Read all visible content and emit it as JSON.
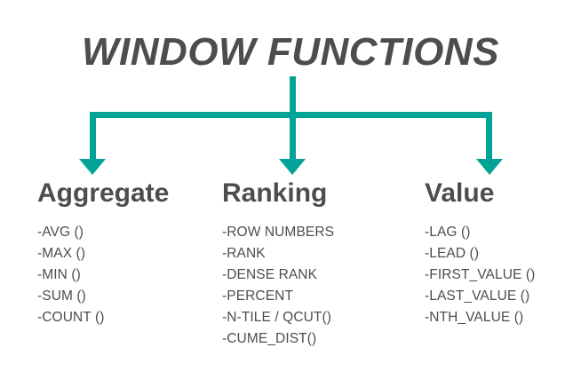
{
  "diagram": {
    "title": "WINDOW FUNCTIONS",
    "accent_color": "#00a396",
    "text_color": "#4d4d4d",
    "background_color": "#ffffff",
    "connector": {
      "type": "org-chart-bracket",
      "arrow_count": 3
    },
    "columns": [
      {
        "heading": "Aggregate",
        "items": [
          "-AVG ()",
          "-MAX ()",
          "-MIN ()",
          "-SUM ()",
          "-COUNT ()"
        ]
      },
      {
        "heading": "Ranking",
        "items": [
          "-ROW NUMBERS",
          "-RANK",
          "-DENSE RANK",
          "-PERCENT",
          "-N-TILE / QCUT()",
          "-CUME_DIST()"
        ]
      },
      {
        "heading": "Value",
        "items": [
          "-LAG ()",
          "-LEAD ()",
          "-FIRST_VALUE ()",
          "-LAST_VALUE ()",
          "-NTH_VALUE ()"
        ]
      }
    ]
  }
}
